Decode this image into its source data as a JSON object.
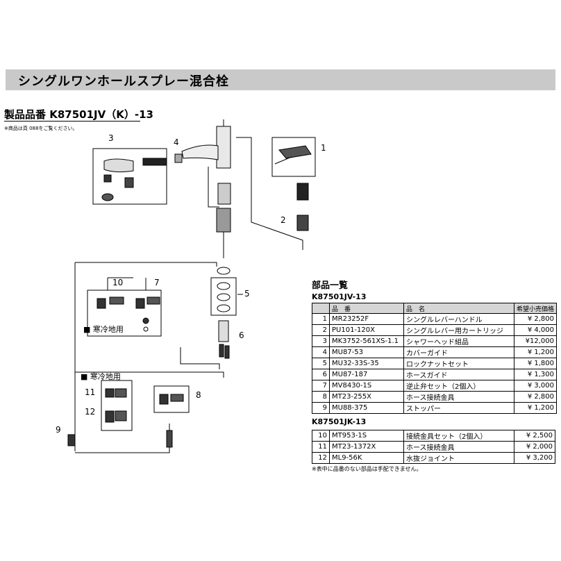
{
  "header": {
    "title": "シングルワンホールスプレー混合栓"
  },
  "product": {
    "label": "製品品番 K87501JV（K）-13",
    "note": "※商品は頁 088をご覧ください。"
  },
  "diagram": {
    "callouts": [
      "1",
      "2",
      "3",
      "4",
      "5",
      "6",
      "7",
      "8",
      "9",
      "10",
      "11",
      "12"
    ],
    "cold_region_label_1": "■ 寒冷地用",
    "cold_region_label_2": "■ 寒冷地用"
  },
  "parts": {
    "title": "部品一覧",
    "headers": {
      "no": "",
      "code": "品　番",
      "name": "品　名",
      "price": "希望小売価格"
    },
    "group1": {
      "model": "K87501JV-13",
      "rows": [
        {
          "no": "1",
          "code": "MR23252F",
          "name": "シングルレバーハンドル",
          "price": "¥ 2,800"
        },
        {
          "no": "2",
          "code": "PU101-120X",
          "name": "シングルレバー用カートリッジ",
          "price": "¥ 4,000"
        },
        {
          "no": "3",
          "code": "MK3752-561XS-1.1",
          "name": "シャワーヘッド組品",
          "price": "¥12,000"
        },
        {
          "no": "4",
          "code": "MU87-53",
          "name": "カバーガイド",
          "price": "¥ 1,200"
        },
        {
          "no": "5",
          "code": "MU32-33S-35",
          "name": "ロックナットセット",
          "price": "¥ 1,800"
        },
        {
          "no": "6",
          "code": "MU87-187",
          "name": "ホースガイド",
          "price": "¥ 1,300"
        },
        {
          "no": "7",
          "code": "MV8430-1S",
          "name": "逆止弁セット（2個入）",
          "price": "¥ 3,000"
        },
        {
          "no": "8",
          "code": "MT23-255X",
          "name": "ホース接続金具",
          "price": "¥ 2,800"
        },
        {
          "no": "9",
          "code": "MU88-375",
          "name": "ストッパー",
          "price": "¥ 1,200"
        }
      ]
    },
    "group2": {
      "model": "K87501JK-13",
      "rows": [
        {
          "no": "10",
          "code": "MT953-1S",
          "name": "接続金具セット（2個入）",
          "price": "¥ 2,500"
        },
        {
          "no": "11",
          "code": "MT23-1372X",
          "name": "ホース接続金具",
          "price": "¥ 2,000"
        },
        {
          "no": "12",
          "code": "ML9-56K",
          "name": "水抜ジョイント",
          "price": "¥ 3,200"
        }
      ]
    },
    "footnote": "※表中に品番のない部品は手配できません。"
  }
}
